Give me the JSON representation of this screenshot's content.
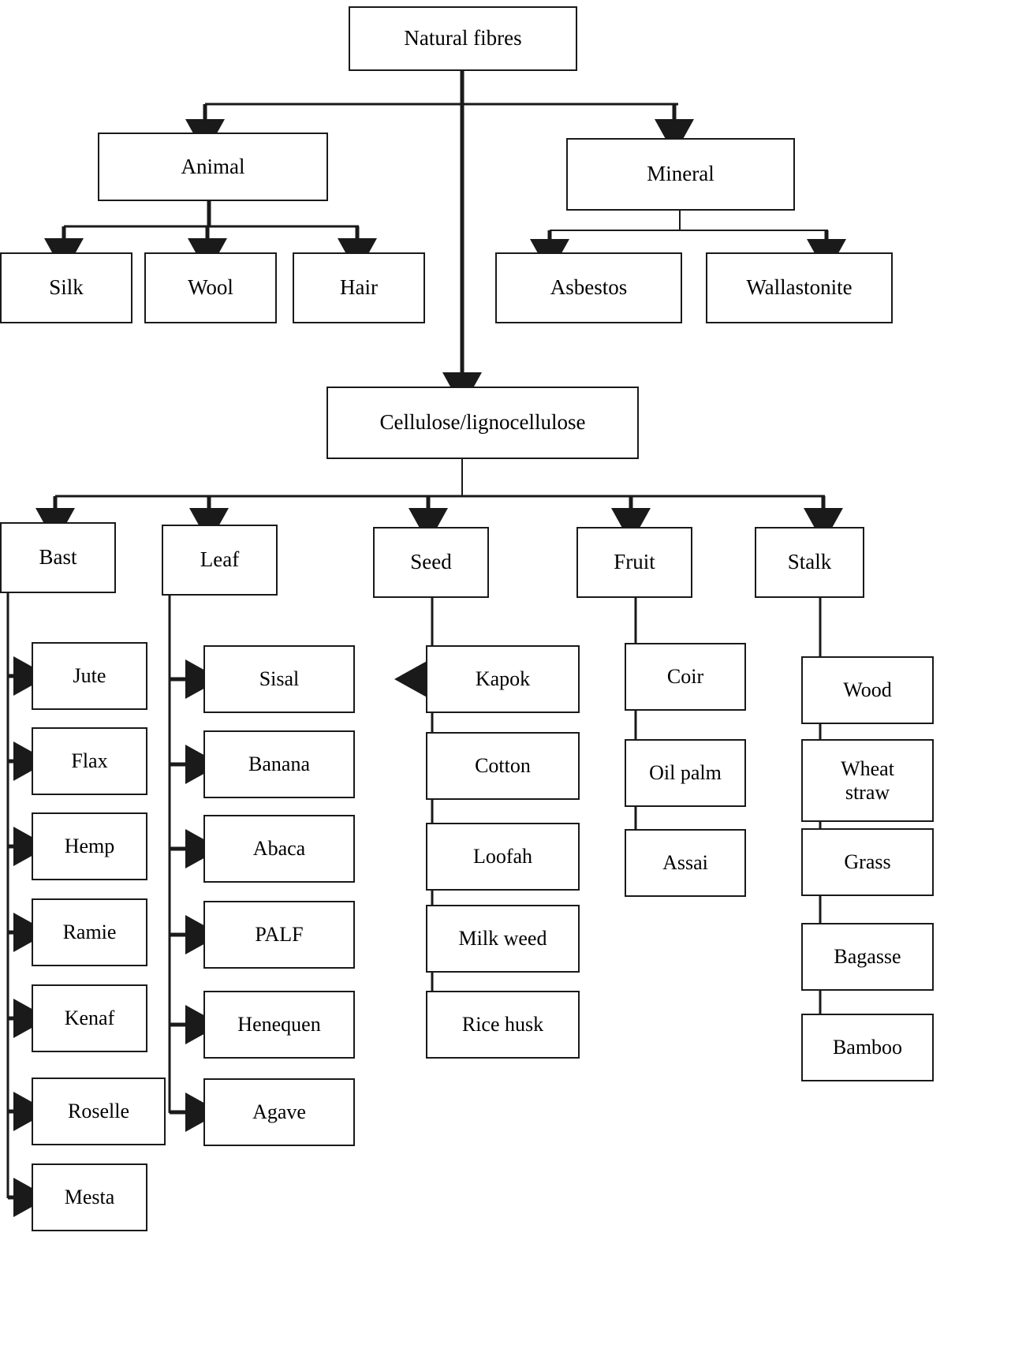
{
  "diagram": {
    "title": "Natural fibres classification",
    "type": "tree",
    "line_color": "#1a1a1a",
    "box_fill": "#ffffff",
    "text_color": "#000000"
  },
  "nodes": {
    "root": {
      "label": "Natural fibres"
    },
    "animal": {
      "label": "Animal"
    },
    "mineral": {
      "label": "Mineral"
    },
    "cellulose": {
      "label": "Cellulose/lignocellulose"
    },
    "animal_children": [
      {
        "label": "Silk"
      },
      {
        "label": "Wool"
      },
      {
        "label": "Hair"
      }
    ],
    "mineral_children": [
      {
        "label": "Asbestos"
      },
      {
        "label": "Wallastonite"
      }
    ],
    "categories": [
      {
        "label": "Bast"
      },
      {
        "label": "Leaf"
      },
      {
        "label": "Seed"
      },
      {
        "label": "Fruit"
      },
      {
        "label": "Stalk"
      }
    ],
    "bast_children": [
      {
        "label": "Jute"
      },
      {
        "label": "Flax"
      },
      {
        "label": "Hemp"
      },
      {
        "label": "Ramie"
      },
      {
        "label": "Kenaf"
      },
      {
        "label": "Roselle"
      },
      {
        "label": "Mesta"
      }
    ],
    "leaf_children": [
      {
        "label": "Sisal"
      },
      {
        "label": "Banana"
      },
      {
        "label": "Abaca"
      },
      {
        "label": "PALF"
      },
      {
        "label": "Henequen"
      },
      {
        "label": "Agave"
      }
    ],
    "seed_children": [
      {
        "label": "Kapok"
      },
      {
        "label": "Cotton"
      },
      {
        "label": "Loofah"
      },
      {
        "label": "Milk weed"
      },
      {
        "label": "Rice husk"
      }
    ],
    "fruit_children": [
      {
        "label": "Coir"
      },
      {
        "label": "Oil palm"
      },
      {
        "label": "Assai"
      }
    ],
    "stalk_children": [
      {
        "label": "Wood"
      },
      {
        "label": "Wheat\nstraw"
      },
      {
        "label": "Grass"
      },
      {
        "label": "Bagasse"
      },
      {
        "label": "Bamboo"
      }
    ]
  }
}
